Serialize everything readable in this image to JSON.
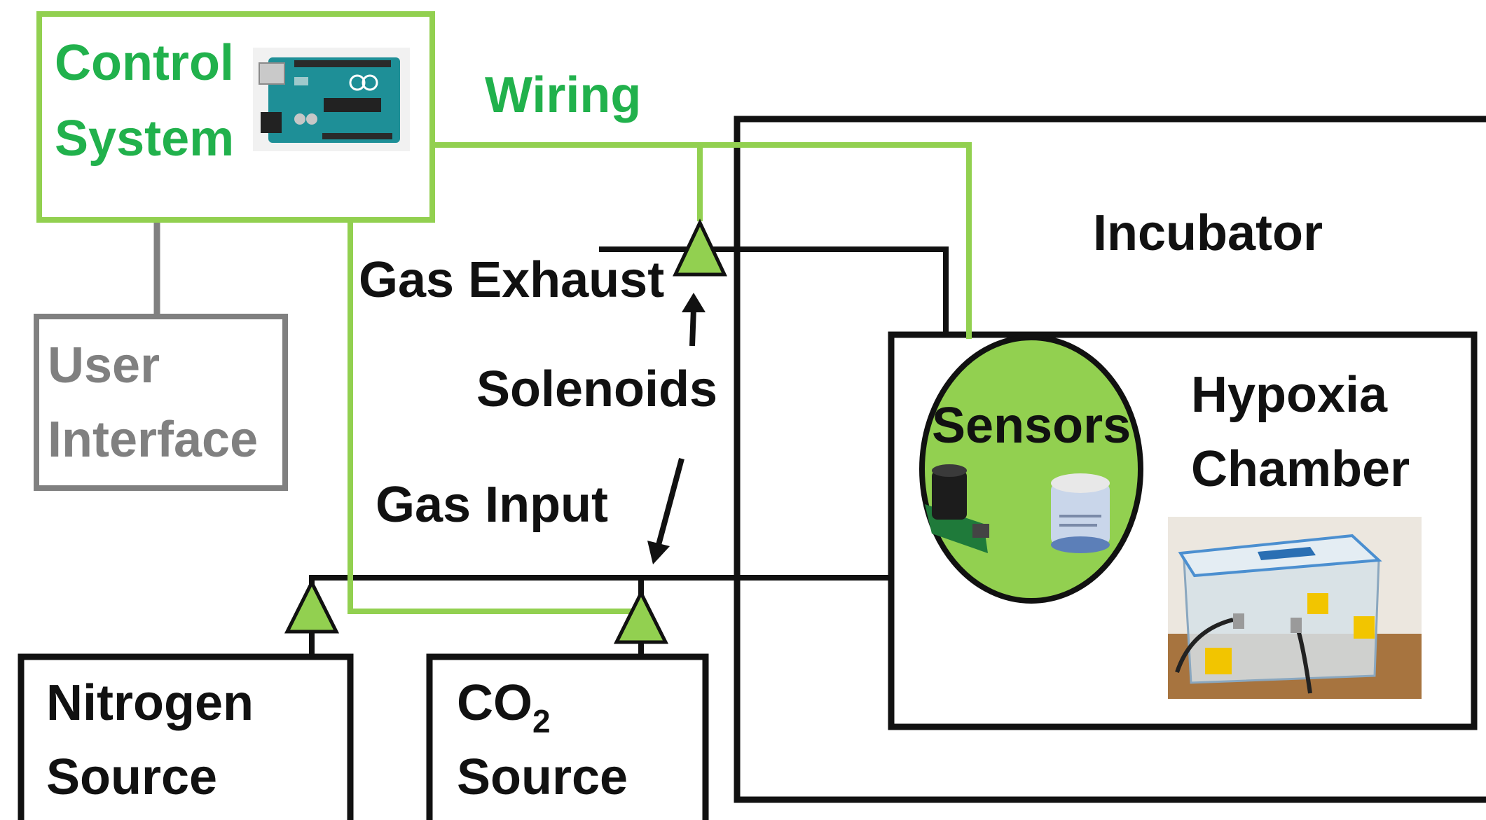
{
  "labels": {
    "control_line1": "Control",
    "control_line2": "System",
    "wiring": "Wiring",
    "incubator": "Incubator",
    "gas_exhaust": "Gas Exhaust",
    "solenoids": "Solenoids",
    "user_line1": "User",
    "user_line2": "Interface",
    "gas_input": "Gas Input",
    "sensors": "Sensors",
    "hypoxia_line1": "Hypoxia",
    "hypoxia_line2": "Chamber",
    "nitrogen_line1": "Nitrogen",
    "nitrogen_line2": "Source",
    "co2_main": "CO",
    "co2_sub": "2",
    "co2_line2": "Source"
  },
  "colors": {
    "green": "#92d050",
    "green_text": "#21b14c",
    "black": "#111111",
    "gray": "#808080",
    "white": "#ffffff"
  }
}
